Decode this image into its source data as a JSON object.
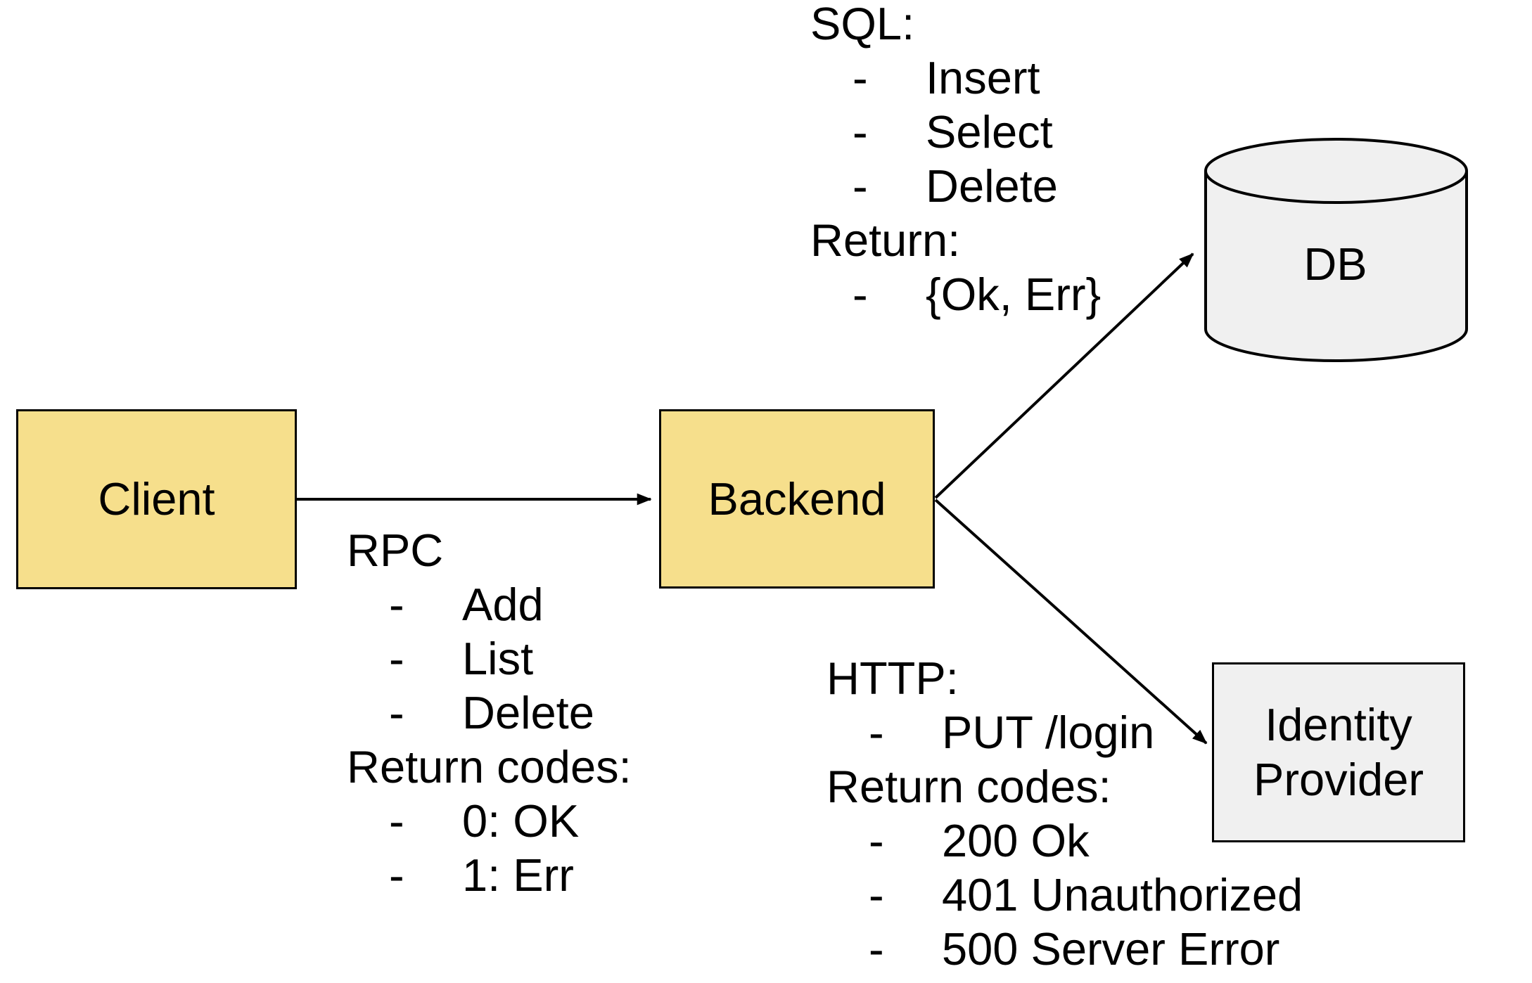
{
  "diagram": {
    "nodes": {
      "client": {
        "label": "Client"
      },
      "backend": {
        "label": "Backend"
      },
      "db": {
        "label": "DB"
      },
      "identity_provider": {
        "label_lines": [
          "Identity",
          "Provider"
        ]
      }
    },
    "bullet": "-",
    "annotations": {
      "sql": {
        "lines": [
          {
            "kind": "heading",
            "text": "SQL:"
          },
          {
            "kind": "item",
            "text": "Insert"
          },
          {
            "kind": "item",
            "text": "Select"
          },
          {
            "kind": "item",
            "text": "Delete"
          },
          {
            "kind": "heading",
            "text": "Return:"
          },
          {
            "kind": "item",
            "text": "{Ok, Err}"
          }
        ]
      },
      "rpc": {
        "lines": [
          {
            "kind": "heading",
            "text": "RPC"
          },
          {
            "kind": "item",
            "text": "Add"
          },
          {
            "kind": "item",
            "text": "List"
          },
          {
            "kind": "item",
            "text": "Delete"
          },
          {
            "kind": "heading",
            "text": "Return codes:"
          },
          {
            "kind": "item",
            "text": "0: OK"
          },
          {
            "kind": "item",
            "text": "1: Err"
          }
        ]
      },
      "http": {
        "lines": [
          {
            "kind": "heading",
            "text": "HTTP:"
          },
          {
            "kind": "item",
            "text": "PUT /login"
          },
          {
            "kind": "heading",
            "text": "Return codes:"
          },
          {
            "kind": "item",
            "text": "200 Ok"
          },
          {
            "kind": "item",
            "text": "401 Unauthorized"
          },
          {
            "kind": "item",
            "text": "500 Server Error"
          }
        ]
      }
    },
    "colors": {
      "node_yellow": "#f6df8c",
      "node_gray": "#f0f0f0",
      "stroke": "#000000",
      "background": "#ffffff"
    }
  }
}
